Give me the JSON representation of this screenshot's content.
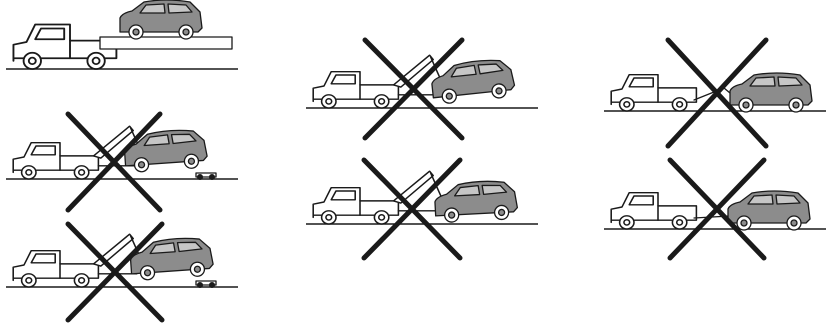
{
  "colors": {
    "outline": "#1a1a1a",
    "vehicle_body": "#ffffff",
    "towed_car_fill": "#8c8c8c",
    "car_window": "#c6c6c6",
    "prohibited_mark": "#1a1a1a"
  },
  "icons": {
    "vehicle": "tow-truck-icon",
    "towed": "car-icon",
    "dolly": "wheel-dolly-icon",
    "prohibited": "prohibition-cross-icon"
  },
  "panels": [
    {
      "id": "flatbed",
      "method": "flatbed",
      "prohibited": false
    },
    {
      "id": "wheel-lift-dolly-rear",
      "method": "wheel-lift-front-with-rear-dollies",
      "prohibited": true
    },
    {
      "id": "wheel-lift-dolly-front",
      "method": "wheel-lift-rear-with-front-dollies",
      "prohibited": true
    },
    {
      "id": "sling-tow-front",
      "method": "sling-tow-front",
      "prohibited": true
    },
    {
      "id": "wheel-lift-front",
      "method": "wheel-lift-front",
      "prohibited": true
    },
    {
      "id": "sling-tow-rear",
      "method": "sling-tow-rear",
      "prohibited": true
    },
    {
      "id": "wheel-lift-rear",
      "method": "wheel-lift-rear",
      "prohibited": true
    }
  ]
}
